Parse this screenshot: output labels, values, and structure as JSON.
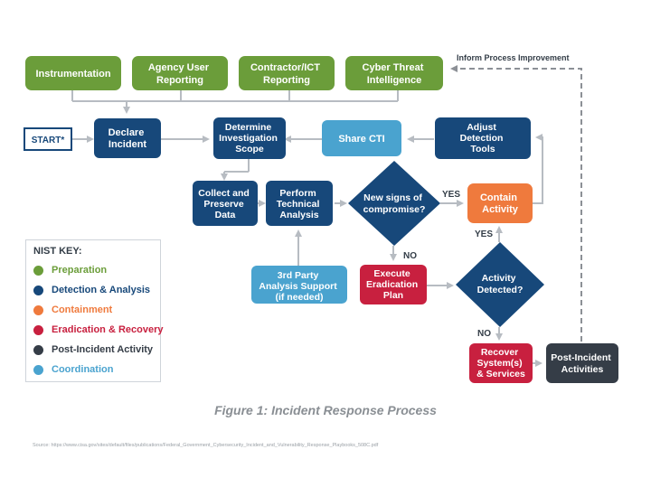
{
  "colors": {
    "preparation": "#6b9d3a",
    "detection": "#17487a",
    "containment": "#ef7a3d",
    "eradication": "#c8203f",
    "post_incident": "#353d47",
    "coordination": "#4aa3cf",
    "arrow": "#b7bcc2",
    "dashed": "#8c9096"
  },
  "nodes": {
    "instrumentation": "Instrumentation",
    "agency_user_reporting": [
      "Agency User",
      "Reporting"
    ],
    "contractor_ict_reporting": [
      "Contractor/ICT",
      "Reporting"
    ],
    "cyber_threat_intelligence": [
      "Cyber Threat",
      "Intelligence"
    ],
    "start": "START*",
    "declare_incident": [
      "Declare",
      "Incident"
    ],
    "determine_scope": [
      "Determine",
      "Investigation",
      "Scope"
    ],
    "share_cti": "Share CTI",
    "adjust_detection_tools": [
      "Adjust",
      "Detection",
      "Tools"
    ],
    "collect_preserve": [
      "Collect and",
      "Preserve",
      "Data"
    ],
    "perform_analysis": [
      "Perform",
      "Technical",
      "Analysis"
    ],
    "new_signs": [
      "New signs of",
      "compromise?"
    ],
    "contain_activity": [
      "Contain",
      "Activity"
    ],
    "third_party": [
      "3rd Party",
      "Analysis Support",
      "(if needed)"
    ],
    "execute_eradication": [
      "Execute",
      "Eradication",
      "Plan"
    ],
    "activity_detected": [
      "Activity",
      "Detected?"
    ],
    "recover_systems": [
      "Recover",
      "System(s)",
      "& Services"
    ],
    "post_incident_activities": [
      "Post-Incident",
      "Activities"
    ]
  },
  "edge_labels": {
    "yes_1": "YES",
    "no_1": "NO",
    "yes_2": "YES",
    "no_2": "NO",
    "inform": "Inform Process Improvement"
  },
  "key": {
    "title": "NIST KEY:",
    "items": [
      {
        "label": "Preparation",
        "color": "#6b9d3a"
      },
      {
        "label": "Detection & Analysis",
        "color": "#17487a"
      },
      {
        "label": "Containment",
        "color": "#ef7a3d"
      },
      {
        "label": "Eradication & Recovery",
        "color": "#c8203f"
      },
      {
        "label": "Post-Incident Activity",
        "color": "#353d47"
      },
      {
        "label": "Coordination",
        "color": "#4aa3cf"
      }
    ]
  },
  "caption": "Figure 1: Incident Response Process",
  "source": "Source: https://www.cisa.gov/sites/default/files/publications/Federal_Government_Cybersecurity_Incident_and_Vulnerability_Response_Playbooks_508C.pdf"
}
